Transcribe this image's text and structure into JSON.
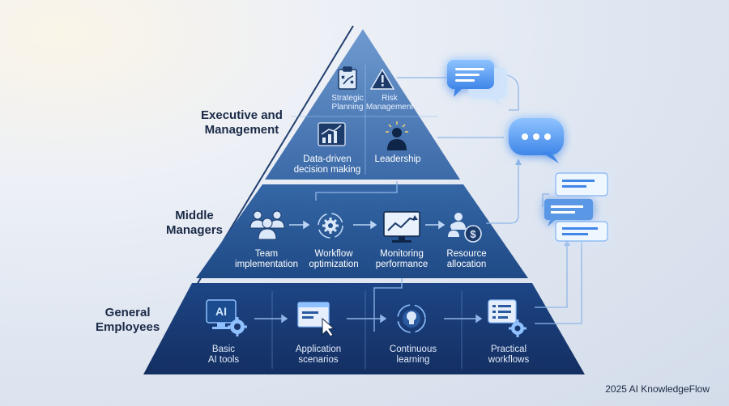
{
  "tiers": [
    {
      "label_line1": "Executive and",
      "label_line2": "Management",
      "nodes": [
        {
          "line1": "Strategic",
          "line2": "Planning",
          "icon": "strategy-board-icon"
        },
        {
          "line1": "Risk",
          "line2": "Management",
          "icon": "warning-icon"
        },
        {
          "line1": "Data-driven",
          "line2": "decision making",
          "icon": "growth-chart-icon"
        },
        {
          "line1": "Leadership",
          "line2": "",
          "icon": "leader-icon"
        }
      ]
    },
    {
      "label_line1": "Middle",
      "label_line2": "Managers",
      "nodes": [
        {
          "line1": "Team",
          "line2": "implementation",
          "icon": "team-icon"
        },
        {
          "line1": "Workflow",
          "line2": "optimization",
          "icon": "gear-cycle-icon"
        },
        {
          "line1": "Monitoring",
          "line2": "performance",
          "icon": "monitor-chart-icon"
        },
        {
          "line1": "Resource",
          "line2": "allocation",
          "icon": "people-dollar-icon"
        }
      ]
    },
    {
      "label_line1": "General",
      "label_line2": "Employees",
      "nodes": [
        {
          "line1": "Basic",
          "line2": "AI tools",
          "icon": "ai-gear-icon",
          "icon_text": "AI"
        },
        {
          "line1": "Application",
          "line2": "scenarios",
          "icon": "browser-cursor-icon"
        },
        {
          "line1": "Continuous",
          "line2": "learning",
          "icon": "lightbulb-cycle-icon"
        },
        {
          "line1": "Practical",
          "line2": "workflows",
          "icon": "checklist-gear-icon"
        }
      ]
    }
  ],
  "chat_bubbles": [
    "chat-bubbles-icon",
    "chat-typing-icon",
    "chat-stack-icon"
  ],
  "colors": {
    "top_tier": "#3d6fae",
    "middle_tier": "#25538f",
    "bottom_tier": "#17376e",
    "connector": "#8fb6e8",
    "glow": "#5fa8ff"
  },
  "footer": "2025 AI KnowledgeFlow"
}
